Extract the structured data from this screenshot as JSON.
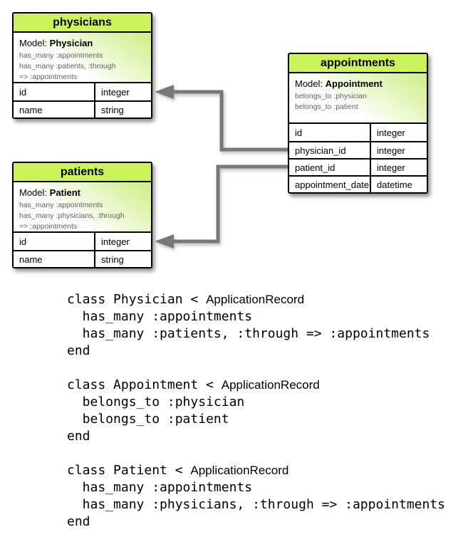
{
  "diagram": {
    "colors": {
      "header_green": "#cbf35c",
      "gradient_green": "#cdee85",
      "assoc_text": "#5f5f5f",
      "arrow_gray": "#787878"
    },
    "tables": [
      {
        "id": "physicians",
        "title": "physicians",
        "model_label": "Model:",
        "model_name": "Physician",
        "associations": [
          "has_many :appointments",
          "has_many :patients, :through",
          "=> :appointments"
        ],
        "columns": [
          {
            "name": "id",
            "type": "integer"
          },
          {
            "name": "name",
            "type": "string"
          }
        ]
      },
      {
        "id": "appointments",
        "title": "appointments",
        "model_label": "Model:",
        "model_name": "Appointment",
        "associations": [
          "belongs_to :physician",
          "belongs_to :patient"
        ],
        "columns": [
          {
            "name": "id",
            "type": "integer"
          },
          {
            "name": "physician_id",
            "type": "integer"
          },
          {
            "name": "patient_id",
            "type": "integer"
          },
          {
            "name": "appointment_date",
            "type": "datetime"
          }
        ]
      },
      {
        "id": "patients",
        "title": "patients",
        "model_label": "Model:",
        "model_name": "Patient",
        "associations": [
          "has_many :appointments",
          "has_many :physicians, :through",
          "=> :appointments"
        ],
        "columns": [
          {
            "name": "id",
            "type": "integer"
          },
          {
            "name": "name",
            "type": "string"
          }
        ]
      }
    ],
    "relations": [
      {
        "from": "appointments.physician_id",
        "to": "physicians.id"
      },
      {
        "from": "appointments.patient_id",
        "to": "patients.id"
      }
    ]
  },
  "code": {
    "sans_word": "ApplicationRecord",
    "blocks": [
      {
        "lines": [
          "class Physician < ApplicationRecord",
          "  has_many :appointments",
          "  has_many :patients, :through => :appointments",
          "end"
        ]
      },
      {
        "lines": [
          "class Appointment < ApplicationRecord",
          "  belongs_to :physician",
          "  belongs_to :patient",
          "end"
        ]
      },
      {
        "lines": [
          "class Patient < ApplicationRecord",
          "  has_many :appointments",
          "  has_many :physicians, :through => :appointments",
          "end"
        ]
      }
    ]
  }
}
